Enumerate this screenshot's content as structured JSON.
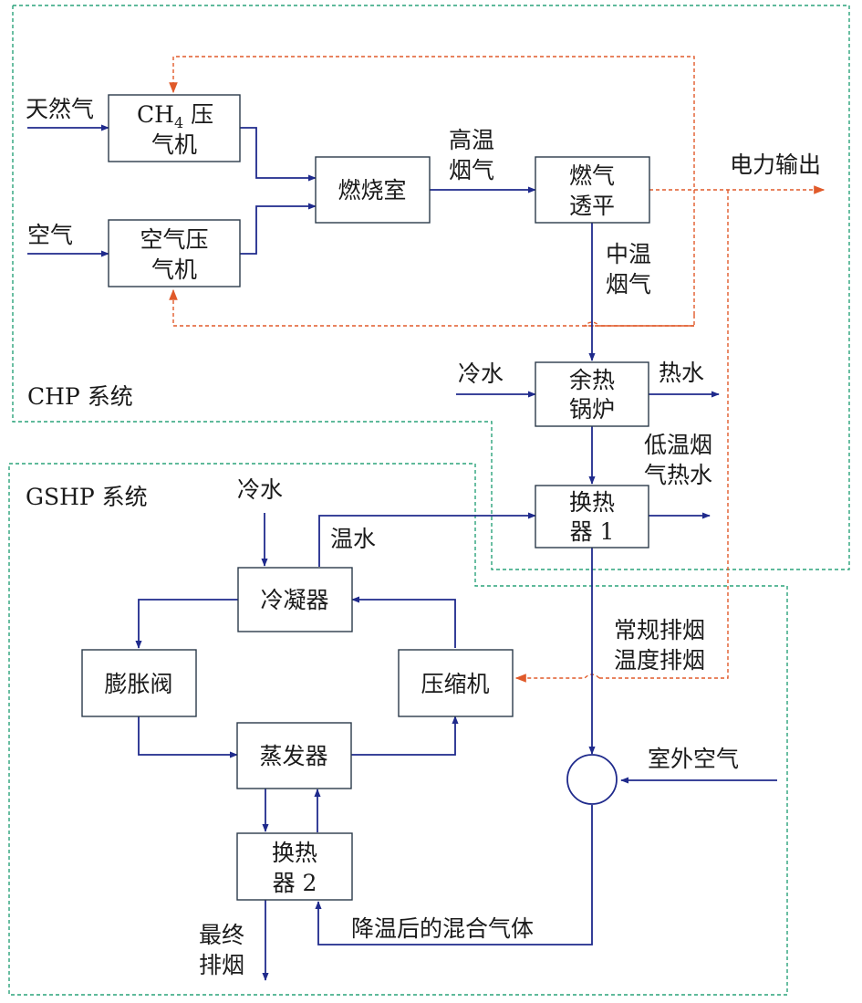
{
  "colors": {
    "flow": "#1f2a8c",
    "power": "#e05a2a",
    "zone": "#2aa37a",
    "box": "#2b3a4a"
  },
  "systems": {
    "chp": "CHP 系统",
    "gshp": "GSHP 系统"
  },
  "inputs": {
    "natural_gas": "天然气",
    "air": "空气",
    "cold_water_chp": "冷水",
    "cold_water_gshp": "冷水",
    "outdoor_air": "室外空气"
  },
  "boxes": {
    "ch4_compressor": {
      "line1_main": "CH",
      "line1_sub": "4",
      "line1_tail": " 压",
      "line2": "气机"
    },
    "air_compressor": {
      "line1": "空气压",
      "line2": "气机"
    },
    "combustor": "燃烧室",
    "gas_turbine": {
      "line1": "燃气",
      "line2": "透平"
    },
    "waste_heat_boiler": {
      "line1": "余热",
      "line2": "锅炉"
    },
    "heat_exchanger_1": {
      "line1": "换热",
      "line2": "器 1"
    },
    "condenser": "冷凝器",
    "expansion_valve": "膨胀阀",
    "compressor": "压缩机",
    "evaporator": "蒸发器",
    "heat_exchanger_2": {
      "line1": "换热",
      "line2": "器 2"
    }
  },
  "labels": {
    "high_temp_flue": {
      "line1": "高温",
      "line2": "烟气"
    },
    "power_output": "电力输出",
    "mid_temp_flue": {
      "line1": "中温",
      "line2": "烟气"
    },
    "hot_water": "热水",
    "low_temp_flue_hot_water": {
      "line1": "低温烟",
      "line2": "气热水"
    },
    "warm_water": "温水",
    "normal_exhaust": {
      "line1": "常规排烟",
      "line2": "温度排烟"
    },
    "cooled_mixed_gas": "降温后的混合气体",
    "final_exhaust": {
      "line1": "最终",
      "line2": "排烟"
    }
  }
}
